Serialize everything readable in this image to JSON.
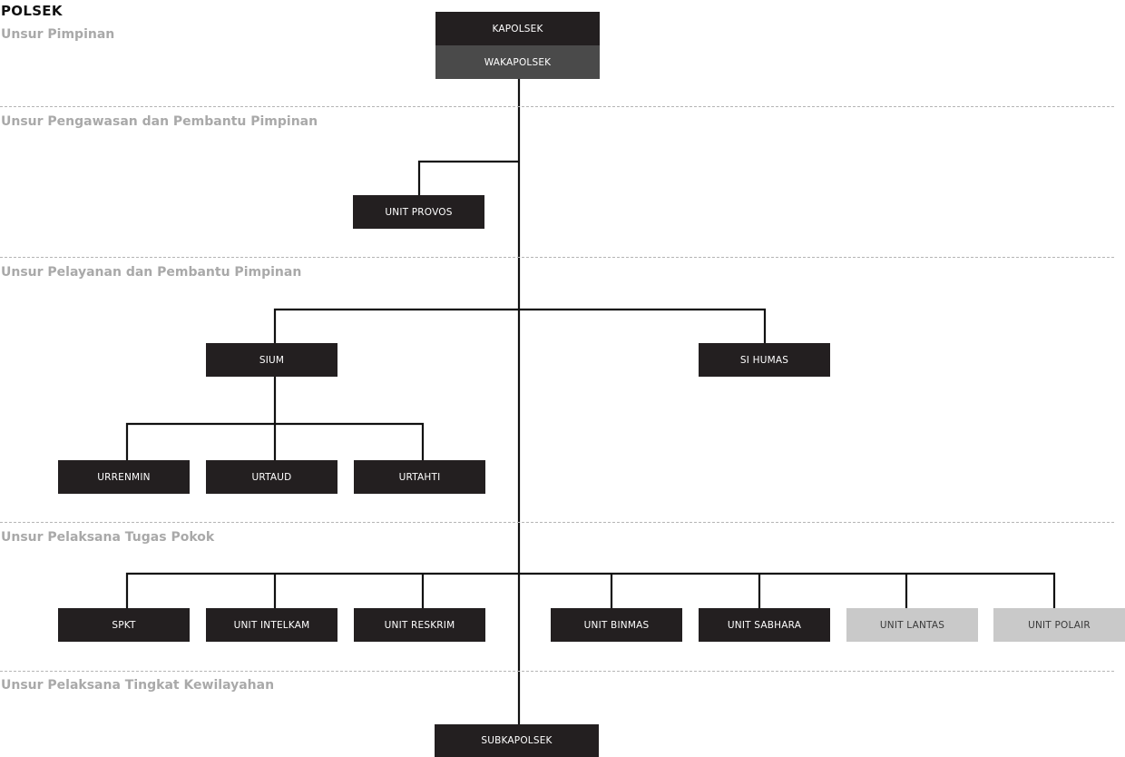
{
  "title": "POLSEK",
  "sections": [
    {
      "id": "pimpinan",
      "label": "Unsur Pimpinan"
    },
    {
      "id": "pengawasan",
      "label": "Unsur Pengawasan dan Pembantu Pimpinan"
    },
    {
      "id": "pelayanan",
      "label": "Unsur Pelayanan dan Pembantu Pimpinan"
    },
    {
      "id": "pelaksana-tugas",
      "label": "Unsur Pelaksana Tugas Pokok"
    },
    {
      "id": "kewilayahan",
      "label": "Unsur Pelaksana Tingkat Kewilayahan"
    }
  ],
  "nodes": {
    "kapolsek": "KAPOLSEK",
    "wakapolsek": "WAKAPOLSEK",
    "unit_provos": "UNIT PROVOS",
    "sium": "SIUM",
    "si_humas": "SI HUMAS",
    "urrenmin": "URRENMIN",
    "urtaud": "URTAUD",
    "urtahti": "URTAHTI",
    "spkt": "SPKT",
    "unit_intelkam": "UNIT INTELKAM",
    "unit_reskrim": "UNIT RESKRIM",
    "unit_binmas": "UNIT BINMAS",
    "unit_sabhara": "UNIT SABHARA",
    "unit_lantas": "UNIT LANTAS",
    "unit_polair": "UNIT POLAIR",
    "subkapolsek": "SUBKAPOLSEK"
  },
  "colors": {
    "box_dark": "#231f20",
    "box_mid": "#4a4a4a",
    "box_grey": "#c9c9c9",
    "section_label": "#a9a9a9",
    "connector": "#111111"
  }
}
